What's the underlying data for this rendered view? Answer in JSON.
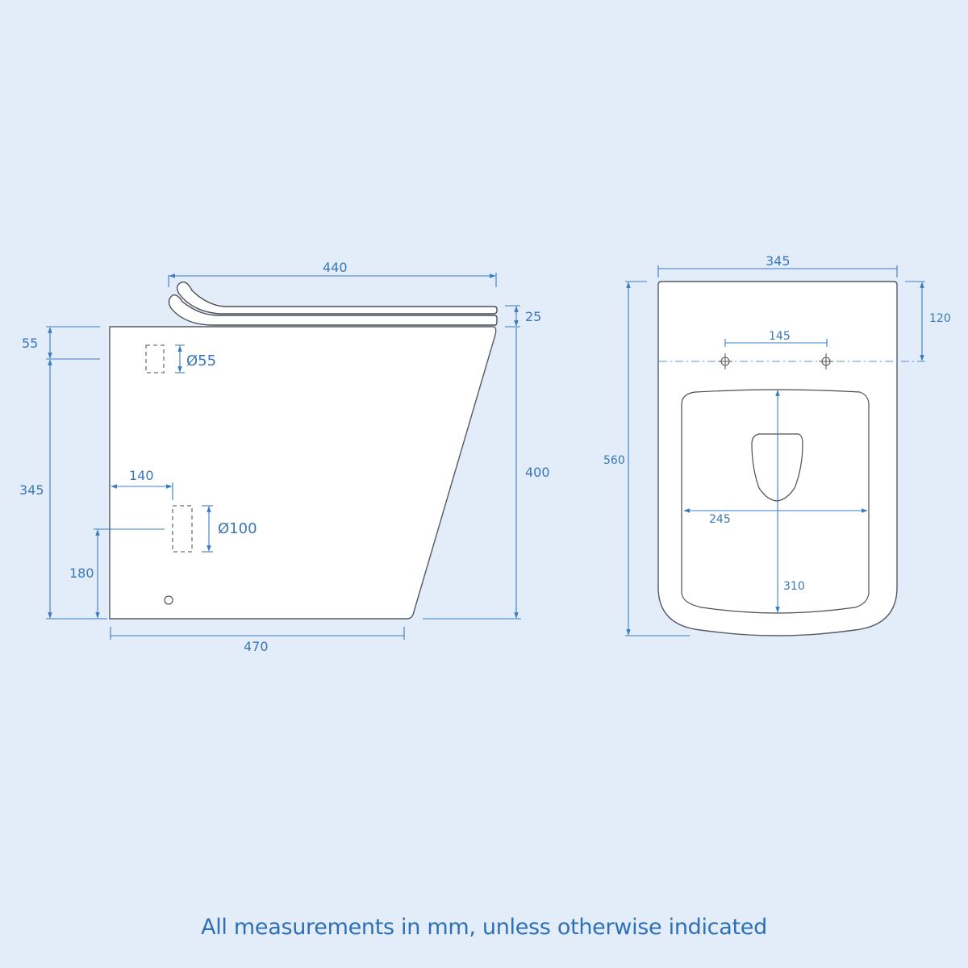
{
  "colors": {
    "background": "#e2edf9",
    "dimension_line": "#3a7cc2",
    "label": "#3a77b8",
    "outline": "#555a60",
    "fill": "#ffffff"
  },
  "side_view": {
    "seat_length": "440",
    "seat_thickness": "25",
    "body_height": "400",
    "base_length": "470",
    "top_to_flush_inlet": "55",
    "flush_inlet_diameter": "Ø55",
    "flush_inlet_to_floor": "345",
    "waste_outlet_from_back": "140",
    "waste_outlet_diameter": "Ø100",
    "waste_outlet_height": "180"
  },
  "top_view": {
    "width": "345",
    "depth": "560",
    "fixing_holes_from_back": "120",
    "fixing_holes_spacing": "145",
    "seat_inner_width": "245",
    "seat_inner_length": "310"
  },
  "footer": {
    "note": "All measurements in mm, unless otherwise indicated"
  }
}
